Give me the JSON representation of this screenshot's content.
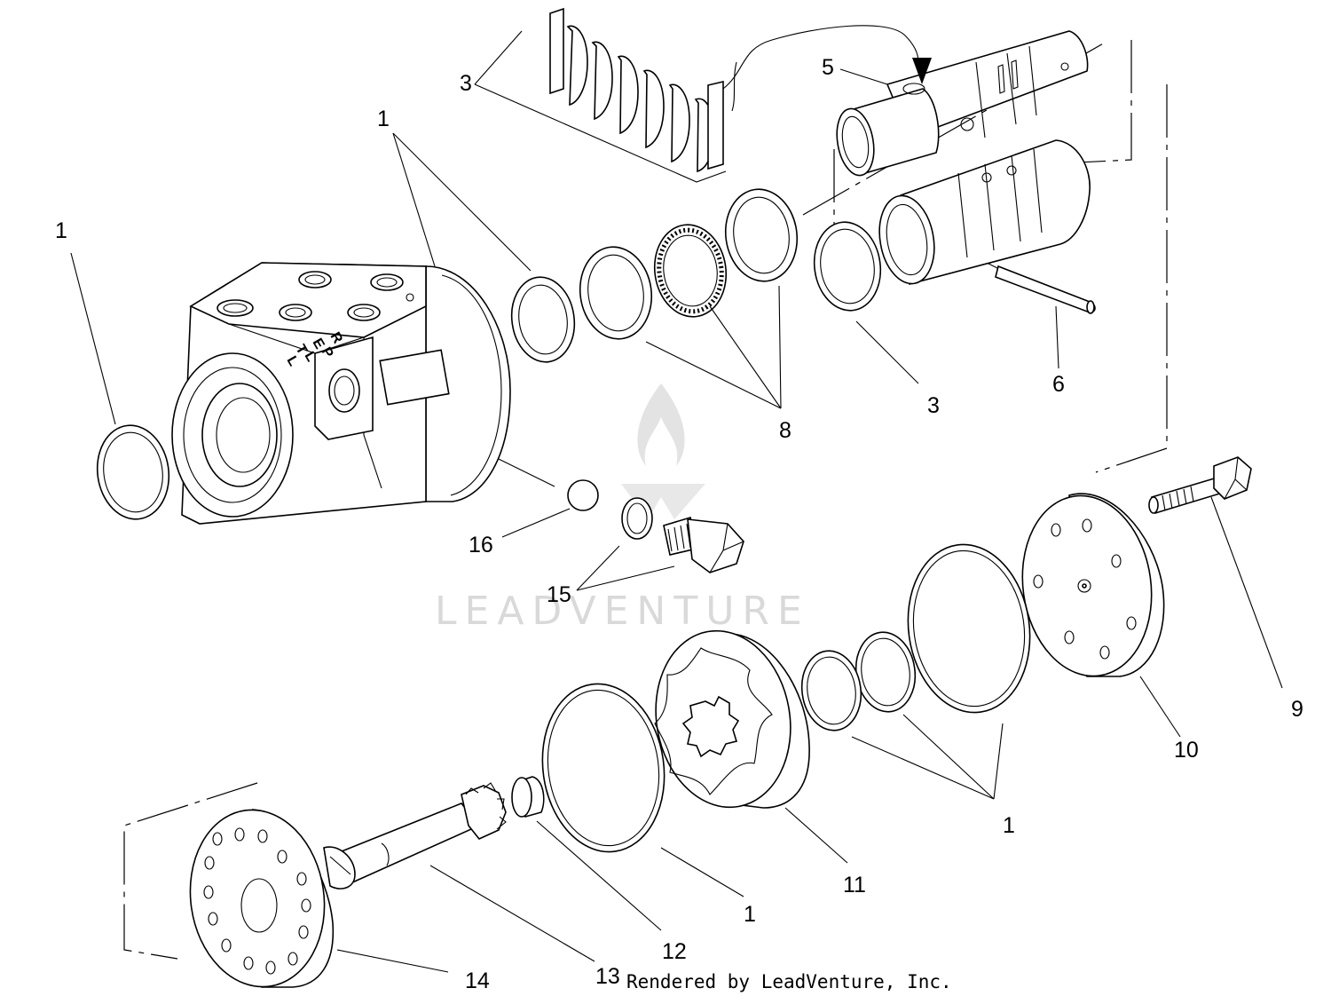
{
  "callouts": [
    {
      "id": "c1a",
      "text": "1"
    },
    {
      "id": "c1b",
      "text": "1"
    },
    {
      "id": "c3a",
      "text": "3"
    },
    {
      "id": "c5",
      "text": "5"
    },
    {
      "id": "c8",
      "text": "8"
    },
    {
      "id": "c3b",
      "text": "3"
    },
    {
      "id": "c6",
      "text": "6"
    },
    {
      "id": "c16",
      "text": "16"
    },
    {
      "id": "c15",
      "text": "15"
    },
    {
      "id": "c9",
      "text": "9"
    },
    {
      "id": "c10",
      "text": "10"
    },
    {
      "id": "c1c",
      "text": "1"
    },
    {
      "id": "c11",
      "text": "11"
    },
    {
      "id": "c1d",
      "text": "1"
    },
    {
      "id": "c12",
      "text": "12"
    },
    {
      "id": "c13",
      "text": "13"
    },
    {
      "id": "c14",
      "text": "14"
    }
  ],
  "port_letters": [
    "T",
    "E",
    "R",
    "L",
    "L",
    "P"
  ],
  "watermark": "LEADVENTURE",
  "credit": "Rendered by LeadVenture, Inc."
}
